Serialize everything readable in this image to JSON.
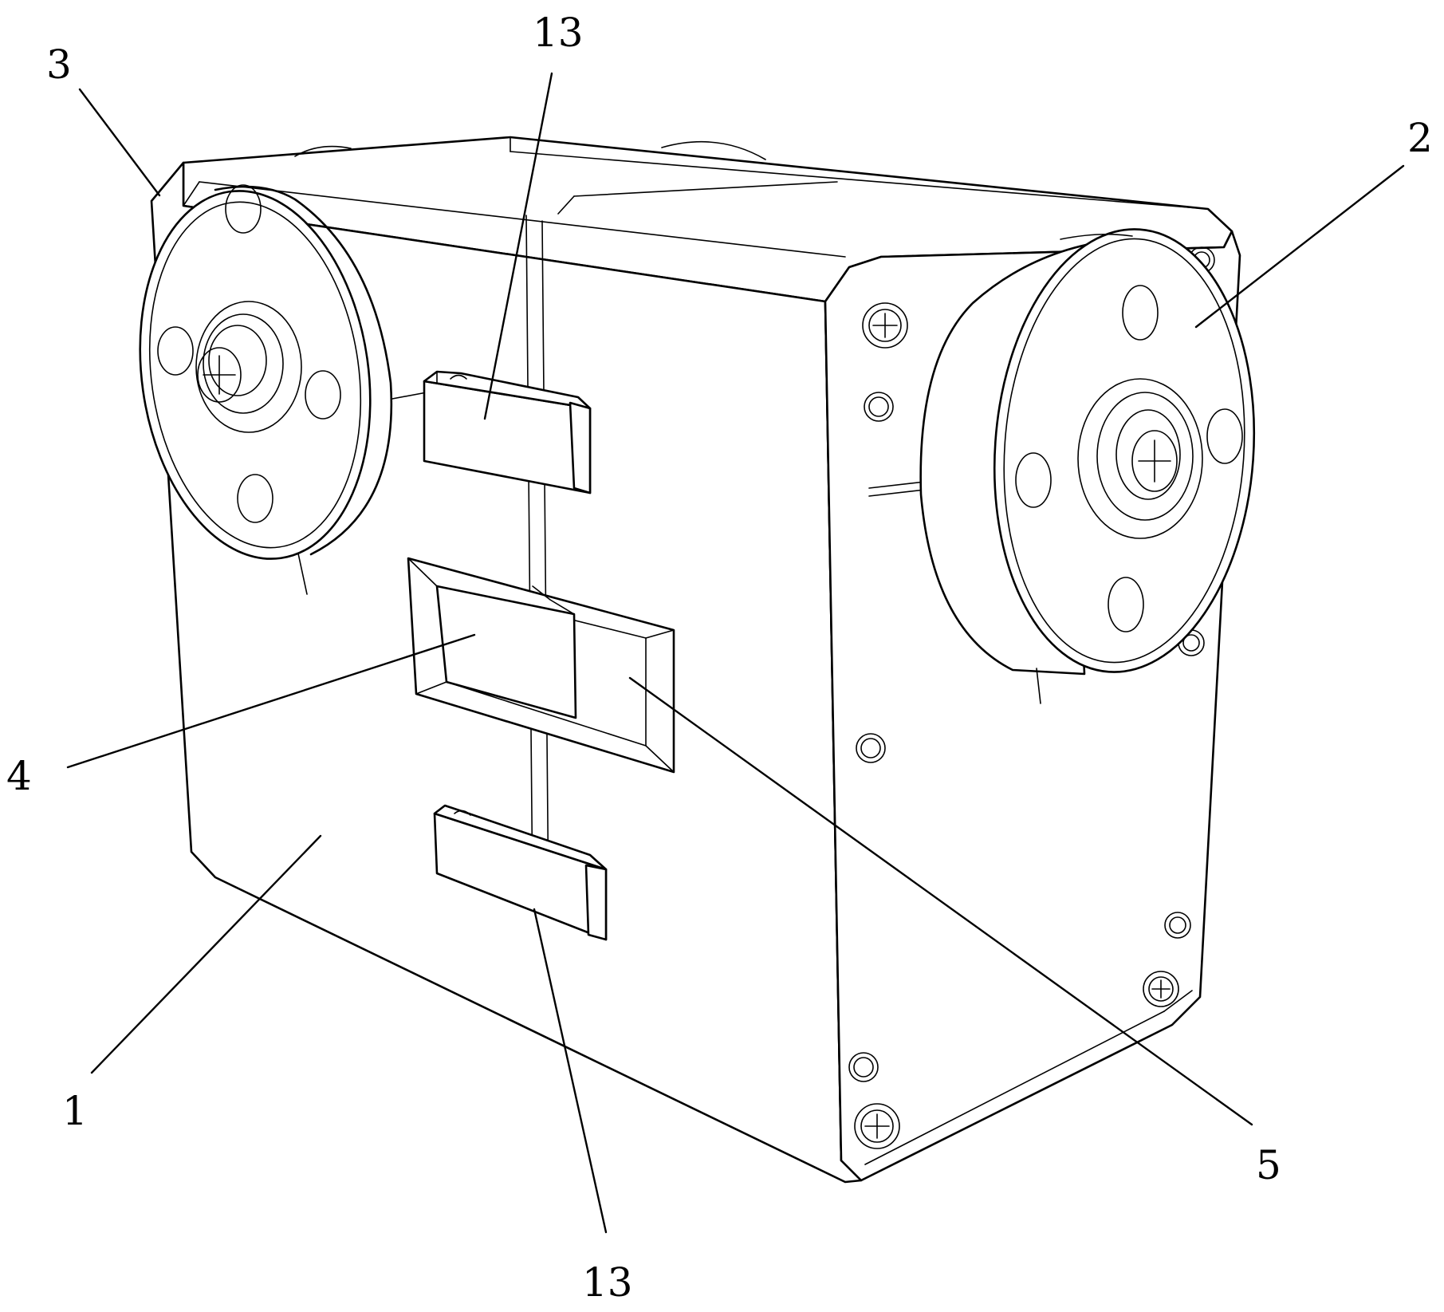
{
  "labels": {
    "l1": "1",
    "l2": "2",
    "l3": "3",
    "l4": "4",
    "l5": "5",
    "l13_top": "13",
    "l13_bottom": "13"
  },
  "colors": {
    "line": "#000000",
    "background": "#ffffff"
  }
}
